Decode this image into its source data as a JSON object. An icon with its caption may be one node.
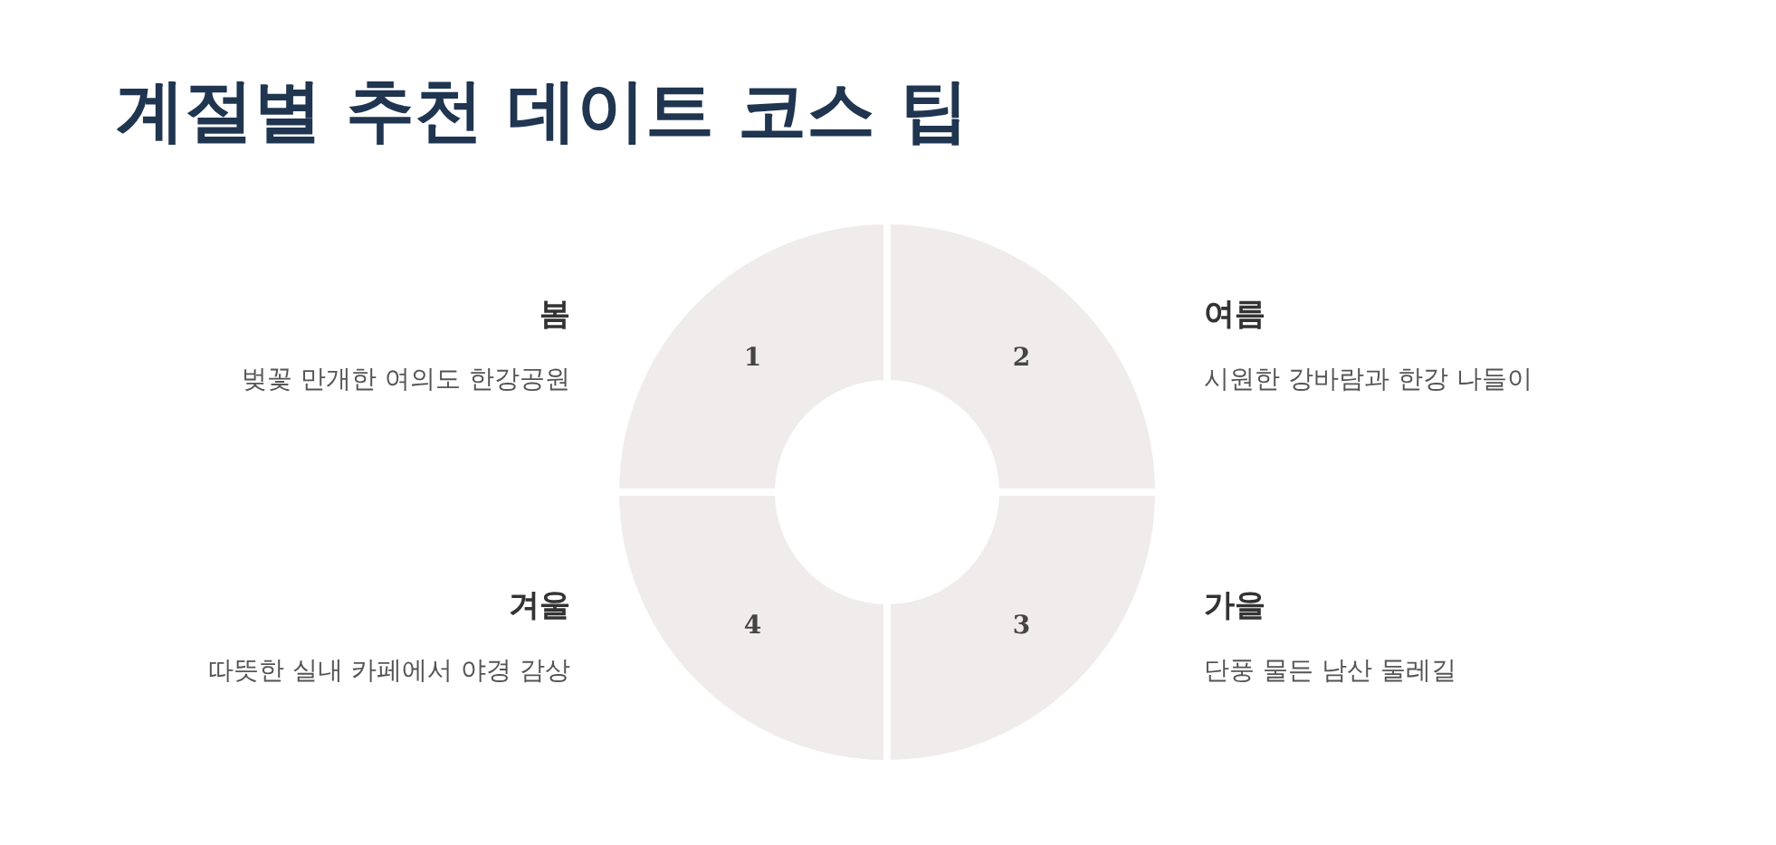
{
  "diagram": {
    "title": "계절별 추천 데이트 코스 팁",
    "nodes": [
      {
        "text": [
          "1"
        ],
        "beside": [
          "봄",
          "벚꽃 만개한 여의도 한강공원"
        ]
      },
      {
        "text": [
          "2"
        ],
        "beside": [
          "여름",
          "시원한 강바람과 한강 나들이"
        ]
      },
      {
        "text": [
          "3"
        ],
        "beside": [
          "가을",
          "단풍 물든 남산 둘레길"
        ]
      },
      {
        "text": [
          "4"
        ],
        "beside": [
          "겨울",
          "따뜻한 실내 카페에서 야경 감상"
        ]
      }
    ]
  }
}
